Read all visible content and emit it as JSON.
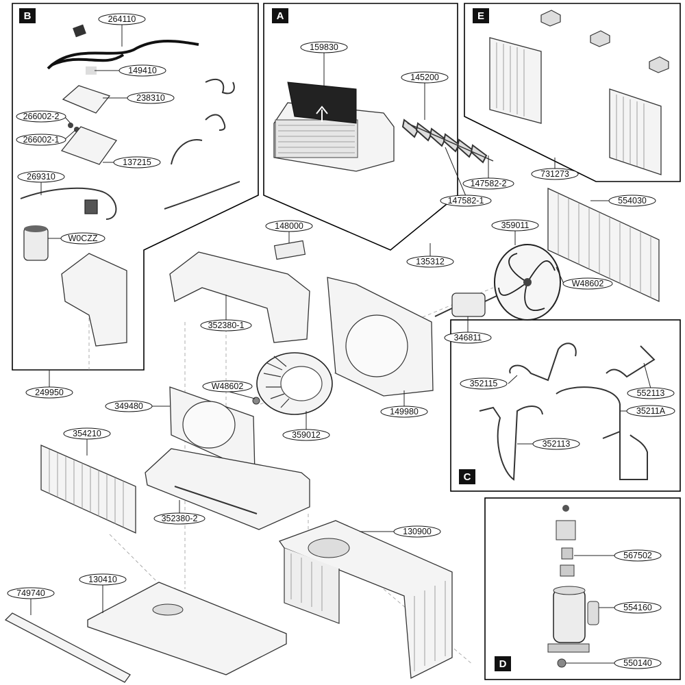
{
  "sections": {
    "A": "A",
    "B": "B",
    "C": "C",
    "D": "D",
    "E": "E"
  },
  "callouts": {
    "p264110": "264110",
    "p149410": "149410",
    "p238310": "238310",
    "p266002_2": "266002-2",
    "p266002_1": "266002-1",
    "p137215": "137215",
    "p269310": "269310",
    "pW0CZZ": "W0CZZ",
    "p249950": "249950",
    "p159830": "159830",
    "p145200": "145200",
    "p147582_2": "147582-2",
    "p147582_1": "147582-1",
    "p135312": "135312",
    "p731273": "731273",
    "p554030": "554030",
    "p148000": "148000",
    "p359011": "359011",
    "pW48602_a": "W48602",
    "p352380_1": "352380-1",
    "p346811": "346811",
    "p149980": "149980",
    "pW48602_b": "W48602",
    "p349480": "349480",
    "p359012": "359012",
    "p354210": "354210",
    "p352380_2": "352380-2",
    "p352115": "352115",
    "p552113_a": "552113",
    "p35211A": "35211A",
    "p352113": "352113",
    "p130900": "130900",
    "p567502": "567502",
    "p554160": "554160",
    "p550140": "550140",
    "p749740": "749740",
    "p130410": "130410"
  }
}
